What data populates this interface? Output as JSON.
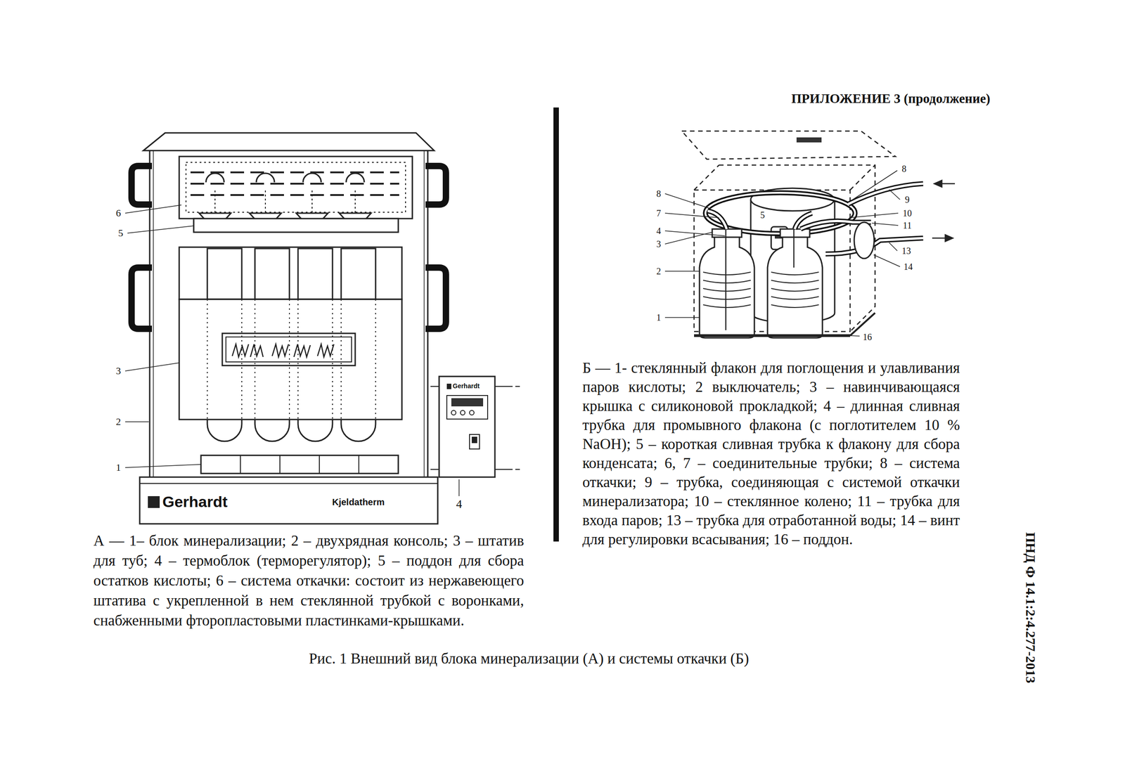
{
  "diagram": {
    "title": "ПРИЛОЖЕНИЕ 3 (продолжение)",
    "caption": "Рис. 1 Внешний вид блока минерализации (А) и системы откачки (Б)",
    "labels": [
      "ПНД Ф 14.1:2:4.277-2013",
      "А — 1– блок минерализации; 2 – двухрядная консоль; 3 – штатив для туб; 4 – термоблок (терморегулятор); 5 – поддон для сбора остатков кислоты; 6 – система откачки: состоит из нержавеющего штатива с укрепленной в нем стеклянной трубкой с воронками, снабженными фторопластовыми пластинками-крышками.",
      "Б — 1- стеклянный флакон для поглощения и улавливания паров кислоты; 2 выключатель; 3 – навинчивающаяся крышка с силиконовой прокладкой; 4 – длинная сливная трубка для промывного флакона (с поглотителем 10 % NaOH); 5 – короткая сливная трубка к флакону для сбора конденсата; 6, 7 – соединительные трубки; 8 – система откачки; 9 – трубка, соединяющая с системой откачки минерализатора; 10 – стеклянное колено; 11 – трубка для входа паров; 13 – трубка для отработанной воды; 14 – винт для регулировки всасывания; 16 – поддон.",
      "6",
      "5",
      "3",
      "2",
      "1",
      "4",
      "Gerhardt",
      "Kjeldatherm",
      "Gerhardt",
      "8",
      "7",
      "4",
      "3",
      "2",
      "1",
      "5",
      "8",
      "9",
      "10",
      "11",
      "13",
      "14",
      "16"
    ]
  }
}
